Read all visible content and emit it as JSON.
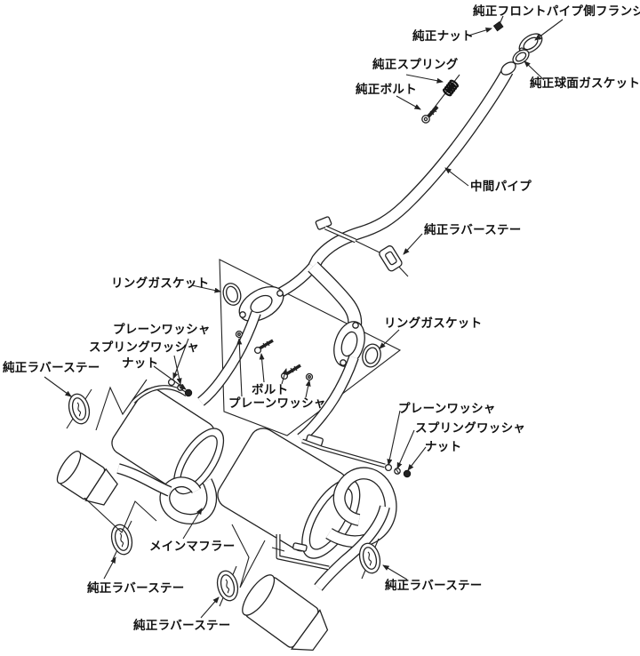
{
  "diagram": {
    "kind": "exploded parts diagram",
    "colors": {
      "line": "#222222",
      "background": "#ffffff",
      "text": "#111111"
    },
    "labels": [
      {
        "id": "front-pipe-flange",
        "text": "純正フロントパイプ側フランジ"
      },
      {
        "id": "oem-nut",
        "text": "純正ナット"
      },
      {
        "id": "oem-spring",
        "text": "純正スプリング"
      },
      {
        "id": "oem-bolt",
        "text": "純正ボルト"
      },
      {
        "id": "oem-spherical-gasket",
        "text": "純正球面ガスケット"
      },
      {
        "id": "middle-pipe",
        "text": "中間パイプ"
      },
      {
        "id": "oem-rubber-stay-mid",
        "text": "純正ラバーステー"
      },
      {
        "id": "ring-gasket-left",
        "text": "リングガスケット"
      },
      {
        "id": "plain-washer-left",
        "text": "プレーンワッシャ"
      },
      {
        "id": "spring-washer-left",
        "text": "スプリングワッシャ"
      },
      {
        "id": "nut-left",
        "text": "ナット"
      },
      {
        "id": "oem-rubber-stay-left",
        "text": "純正ラバーステー"
      },
      {
        "id": "bolt-center",
        "text": "ボルト"
      },
      {
        "id": "plain-washer-center",
        "text": "プレーンワッシャ"
      },
      {
        "id": "ring-gasket-right",
        "text": "リングガスケット"
      },
      {
        "id": "plain-washer-right",
        "text": "プレーンワッシャ"
      },
      {
        "id": "spring-washer-right",
        "text": "スプリングワッシャ"
      },
      {
        "id": "nut-right",
        "text": "ナット"
      },
      {
        "id": "main-muffler",
        "text": "メインマフラー"
      },
      {
        "id": "oem-rubber-stay-bl",
        "text": "純正ラバーステー"
      },
      {
        "id": "oem-rubber-stay-bm",
        "text": "純正ラバーステー"
      },
      {
        "id": "oem-rubber-stay-br",
        "text": "純正ラバーステー"
      }
    ]
  }
}
